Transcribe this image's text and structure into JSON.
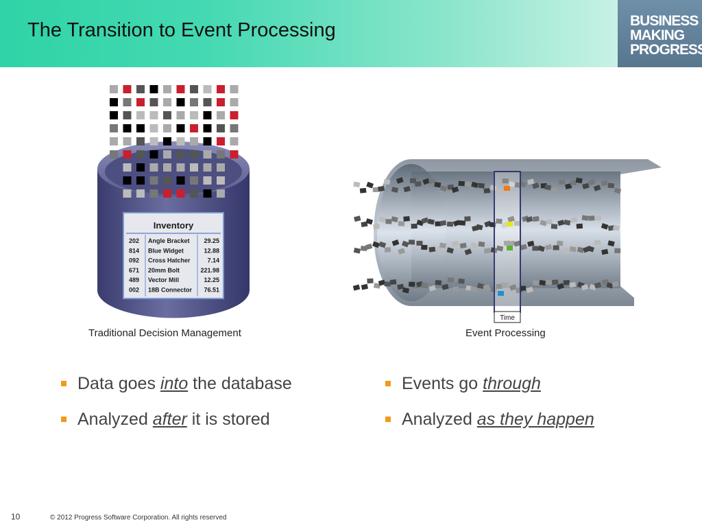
{
  "slide": {
    "title": "The Transition to Event Processing",
    "logo": {
      "line1": "BUSINESS",
      "line2": "MAKING",
      "line3": "PROGRESS"
    }
  },
  "left_figure": {
    "caption": "Traditional Decision Management",
    "inventory": {
      "title": "Inventory",
      "rows": [
        {
          "code": "202",
          "name": "Angle Bracket",
          "price": "29.25"
        },
        {
          "code": "814",
          "name": "Blue Widget",
          "price": "12.88"
        },
        {
          "code": "092",
          "name": "Cross Hatcher",
          "price": "7.14"
        },
        {
          "code": "671",
          "name": "20mm Bolt",
          "price": "221.98"
        },
        {
          "code": "489",
          "name": "Vector Mill",
          "price": "12.25"
        },
        {
          "code": "002",
          "name": "18B Connector",
          "price": "76.51"
        }
      ]
    }
  },
  "right_figure": {
    "caption": "Event Processing",
    "time_label": "Time"
  },
  "bullets_left": [
    {
      "before": "Data goes ",
      "emph": "into",
      "after": " the database"
    },
    {
      "before": "Analyzed ",
      "emph": "after",
      "after": " it is stored"
    }
  ],
  "bullets_right": [
    {
      "before": "Events go ",
      "emph": "through",
      "after": ""
    },
    {
      "before": "Analyzed ",
      "emph": "as they happen",
      "after": ""
    }
  ],
  "footer": {
    "page_number": "10",
    "copyright": "© 2012 Progress Software Corporation. All rights reserved"
  },
  "colors": {
    "accent_bullet": "#f29a1c",
    "header_green": "#2fd3a6",
    "logo_blue": "#6f8fa8"
  }
}
